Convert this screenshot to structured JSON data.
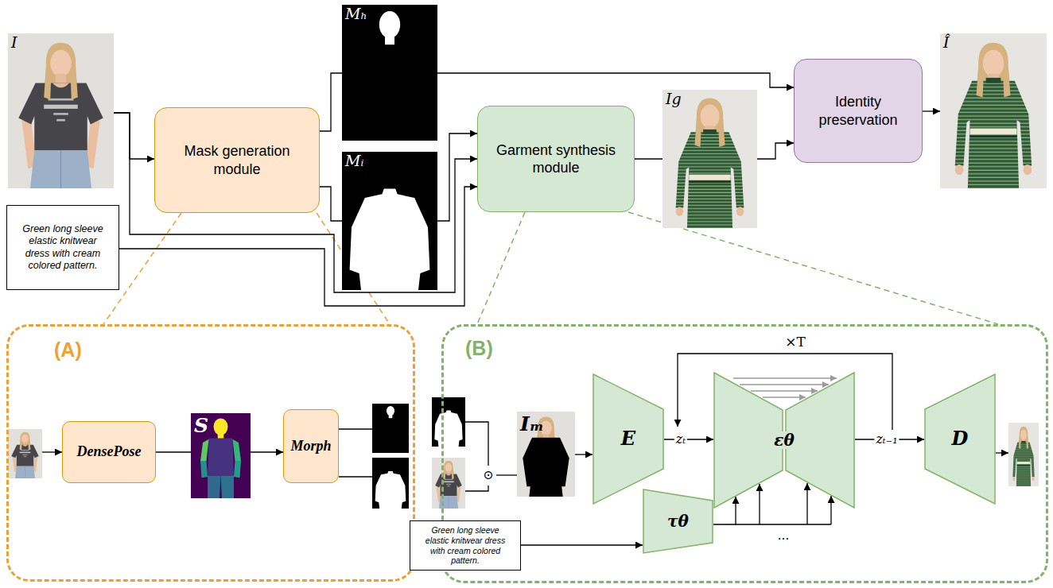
{
  "diagram": {
    "nodes": [
      {
        "text": [
          "I"
        ]
      },
      {
        "text": [
          "Green long sleeve elastic knitwear dress with cream colored pattern."
        ]
      },
      {
        "text": [
          "Mask generation module"
        ]
      },
      {
        "text": [
          "Mₕ"
        ]
      },
      {
        "text": [
          "Mᵢ"
        ]
      },
      {
        "text": [
          "Garment synthesis module"
        ]
      },
      {
        "text": [
          "Ig"
        ]
      },
      {
        "text": [
          "Identity preservation"
        ]
      },
      {
        "text": [
          "Î"
        ]
      },
      {
        "text": [
          "(A)"
        ]
      },
      {
        "text": [
          "DensePose"
        ],
        "in": 9
      },
      {
        "text": [
          "S"
        ],
        "in": 9
      },
      {
        "text": [
          "Morph"
        ],
        "in": 9
      },
      {
        "text": [
          "(B)"
        ]
      },
      {
        "text": [
          "Iₘ"
        ],
        "in": 13
      },
      {
        "text": [
          "E"
        ],
        "in": 13
      },
      {
        "text": [
          "εθ"
        ],
        "in": 13
      },
      {
        "text": [
          "D"
        ],
        "in": 13
      },
      {
        "text": [
          "Green long sleeve elastic knitwear dress with cream colored pattern."
        ]
      },
      {
        "text": [
          "τθ"
        ],
        "in": 13
      }
    ],
    "edges": [
      {
        "from": 0,
        "to": 2,
        "arrow": "to"
      },
      {
        "from": 0,
        "to": 5,
        "arrow": "to"
      },
      {
        "from": 1,
        "to": 5,
        "arrow": "to"
      },
      {
        "from": 2,
        "to": 3,
        "arrow": "none"
      },
      {
        "from": 2,
        "to": 4,
        "arrow": "none"
      },
      {
        "from": 4,
        "to": 5,
        "arrow": "to"
      },
      {
        "from": 3,
        "to": 7,
        "arrow": "to"
      },
      {
        "from": 5,
        "to": 6,
        "arrow": "none"
      },
      {
        "from": 6,
        "to": 7,
        "arrow": "to"
      },
      {
        "from": 7,
        "to": 8,
        "arrow": "to"
      },
      {
        "from": 10,
        "to": 11,
        "arrow": "none"
      },
      {
        "from": 11,
        "to": 12,
        "arrow": "to"
      },
      {
        "from": 14,
        "to": 15,
        "arrow": "to"
      },
      {
        "from": 15,
        "to": 16,
        "label": "zₜ",
        "arrow": "to"
      },
      {
        "from": 16,
        "to": 17,
        "label": "zₜ₋₁",
        "arrow": "to"
      },
      {
        "from": 18,
        "to": 19,
        "arrow": "to"
      },
      {
        "from": 19,
        "to": 16,
        "arrow": "to"
      }
    ],
    "labels": [
      "×T",
      "...",
      "⊙"
    ]
  }
}
